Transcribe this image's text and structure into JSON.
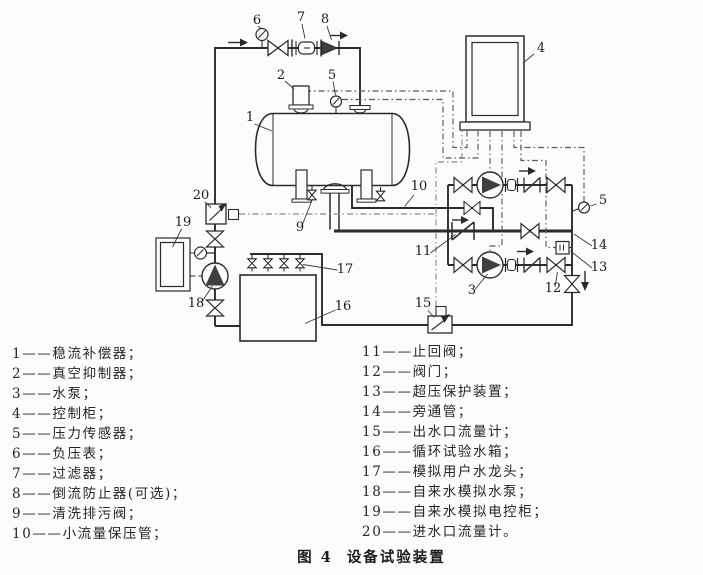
{
  "figure": {
    "caption_prefix": "图 4",
    "caption_title": "设备试验装置"
  },
  "legend": {
    "left": [
      "1——稳流补偿器；",
      "2——真空抑制器；",
      "3——水泵；",
      "4——控制柜；",
      "5——压力传感器；",
      "6——负压表；",
      "7——过滤器；",
      "8——倒流防止器(可选)；",
      "9——清洗排污阀；",
      "10——小流量保压管；"
    ],
    "right": [
      "11——止回阀；",
      "12——阀门；",
      "13——超压保护装置；",
      "14——旁通管；",
      "15——出水口流量计；",
      "16——循环试验水箱；",
      "17——模拟用户水龙头；",
      "18——自来水模拟水泵；",
      "19——自来水模拟电控柜；",
      "20——进水口流量计。"
    ]
  },
  "diagram": {
    "labels": {
      "n1": "1",
      "n2": "2",
      "n3": "3",
      "n4": "4",
      "n5": "5",
      "n6": "6",
      "n7": "7",
      "n8": "8",
      "n9": "9",
      "n10": "10",
      "n11": "11",
      "n12": "12",
      "n13": "13",
      "n14": "14",
      "n15": "15",
      "n16": "16",
      "n17": "17",
      "n18": "18",
      "n19": "19",
      "n20": "20"
    }
  },
  "colors": {
    "line": "#2b2b2b",
    "dash": "#5a5a5a",
    "dash_light": "#8a8a8a",
    "component_fill": "#3f3f3f",
    "paper": "#fcfcfb"
  }
}
